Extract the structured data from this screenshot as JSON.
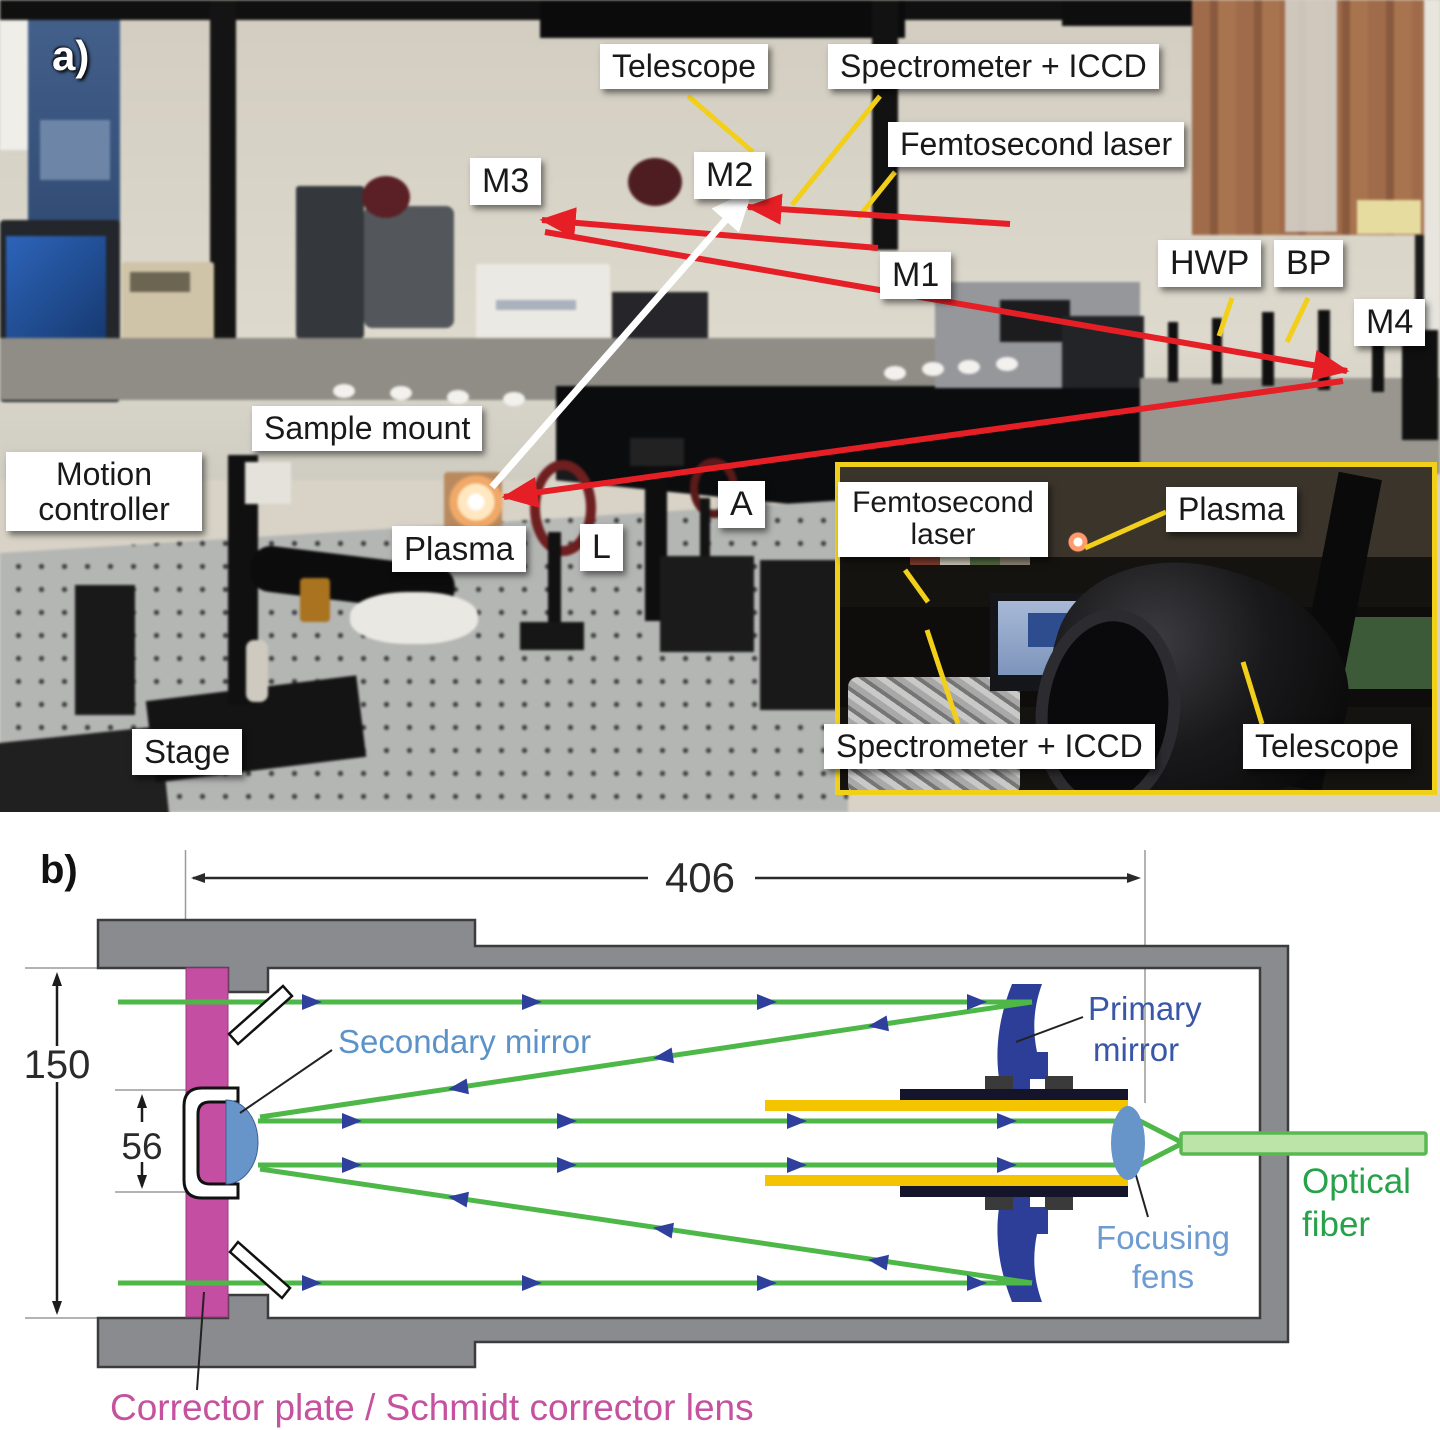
{
  "figure": {
    "panel_a_tag": "a)",
    "panel_b_tag": "b)"
  },
  "photo_labels": {
    "telescope": "Telescope",
    "spectrometer_iccd": "Spectrometer + ICCD",
    "femtosecond_laser": "Femtosecond laser",
    "m1": "M1",
    "m2": "M2",
    "m3": "M3",
    "m4": "M4",
    "hwp": "HWP",
    "bp": "BP",
    "sample_mount": "Sample mount",
    "motion_controller": "Motion controller",
    "plasma": "Plasma",
    "lens": "L",
    "aperture": "A",
    "stage": "Stage"
  },
  "inset_labels": {
    "femtosecond_laser": "Femtosecond laser",
    "plasma": "Plasma",
    "spectrometer_iccd": "Spectrometer + ICCD",
    "telescope": "Telescope"
  },
  "diagram": {
    "dim_length": "406",
    "dim_diameter": "150",
    "dim_secondary": "56",
    "labels": {
      "secondary_mirror": "Secondary mirror",
      "primary_line1": "Primary",
      "primary_line2": "mirror",
      "focusing_line1": "Focusing",
      "focusing_line2": "fens",
      "fiber_line1": "Optical",
      "fiber_line2": "fiber",
      "corrector": "Corrector plate / Schmidt corrector lens"
    },
    "colors": {
      "ray_green": "#4db848",
      "arrowhead_blue": "#2e3f9c",
      "mirror_blue": "#2d3e99",
      "lens_blue": "#6795ca",
      "secondary_text": "#5b93c8",
      "primary_text": "#3a57a7",
      "fiber_text": "#27a24a",
      "fiber_fill": "#bce3a8",
      "fiber_stroke": "#5cb753",
      "corrector_magenta": "#c44fa2",
      "corrector_text": "#c5519f",
      "tube_gray": "#898b8e",
      "tube_outline": "#3c3c3c",
      "dim_color": "#2a2a2a",
      "arrow_red": "#e61e25",
      "arrow_white": "#ffffff",
      "leader_yellow": "#f2cf1a",
      "baffle_yellow": "#f5c400"
    }
  }
}
